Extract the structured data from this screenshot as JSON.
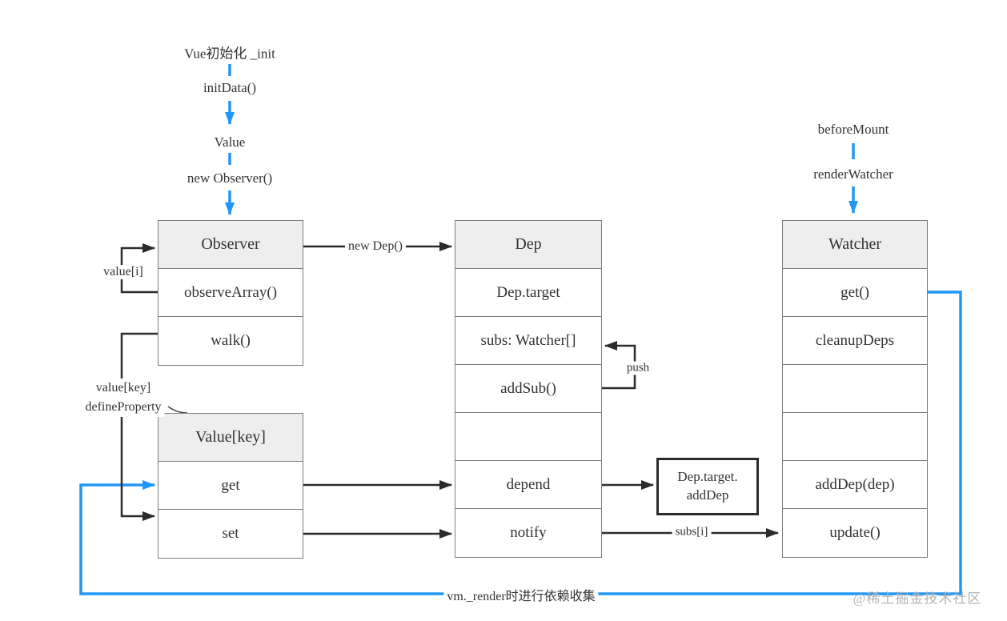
{
  "colors": {
    "accent_blue": "#2196f3",
    "line_black": "#2b2b2b",
    "box_border": "#7d7d7d",
    "header_bg": "#eeeeee",
    "text": "#333333",
    "watermark": "#b3b3b3"
  },
  "annotations": {
    "vue_init": "Vue初始化 _init",
    "init_data": "initData()",
    "value": "Value",
    "new_observer": "new Observer()",
    "before_mount": "beforeMount",
    "render_watcher": "renderWatcher"
  },
  "boxes": {
    "observer": {
      "title": "Observer",
      "rows": [
        "observeArray()",
        "walk()"
      ]
    },
    "value_key": {
      "title": "Value[key]",
      "rows": [
        "get",
        "set"
      ]
    },
    "dep": {
      "title": "Dep",
      "rows": [
        "Dep.target",
        "subs: Watcher[]",
        "addSub()",
        "",
        "depend",
        "notify"
      ]
    },
    "watcher": {
      "title": "Watcher",
      "rows": [
        "get()",
        "cleanupDeps",
        "",
        "",
        "addDep(dep)",
        "update()"
      ]
    }
  },
  "callout": {
    "line1": "Dep.target.",
    "line2": "addDep"
  },
  "edge_labels": {
    "value_i": "value[i]",
    "new_dep": "new Dep()",
    "value_key": "value[key]",
    "define_property": "defineProperty",
    "push": "push",
    "subs_i": "subs[i]",
    "render_collect": "vm._render时进行依赖收集"
  },
  "watermark": "@稀土掘金技术社区"
}
